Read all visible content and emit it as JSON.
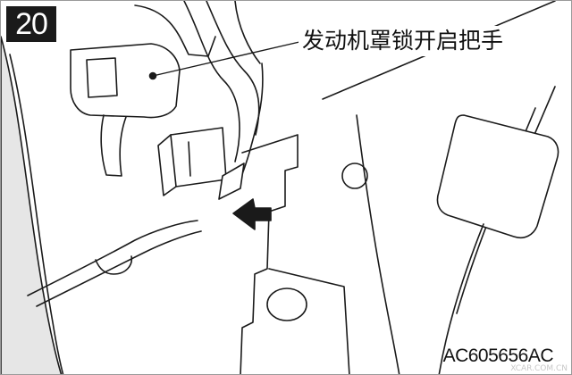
{
  "figure": {
    "step_number": "20",
    "callout_label": "发动机罩锁开启把手",
    "figure_code": "AC605656AC",
    "watermark": "XCAR.COM.CN"
  },
  "colors": {
    "line": "#1a1a1a",
    "panel_shade": "#e6e6e6",
    "badge_background": "#1a1a1a",
    "badge_text": "#ffffff"
  }
}
